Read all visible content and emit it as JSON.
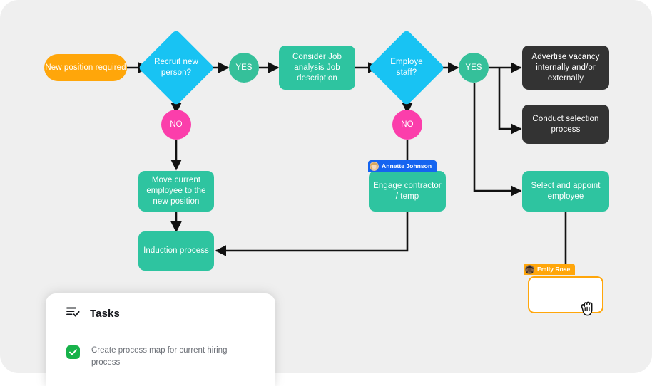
{
  "canvas": {
    "background": "#efefef",
    "colors": {
      "start": "#FFA60A",
      "process_green": "#2EC4A0",
      "process_dark": "#333333",
      "decision": "#18C3F3",
      "yes": "#35C09A",
      "no": "#FB3EAB",
      "connector": "#111111"
    }
  },
  "flow": {
    "nodes": [
      {
        "id": "new-position",
        "label": "New position required",
        "shape": "pill"
      },
      {
        "id": "recruit-new-person",
        "label": "Recruit new person?",
        "shape": "diamond"
      },
      {
        "id": "yes-1",
        "label": "YES",
        "shape": "circle"
      },
      {
        "id": "no-1",
        "label": "NO",
        "shape": "circle"
      },
      {
        "id": "consider-job",
        "label": "Consider Job analysis Job description",
        "shape": "rect"
      },
      {
        "id": "employe-staff",
        "label": "Employe staff?",
        "shape": "diamond"
      },
      {
        "id": "yes-2",
        "label": "YES",
        "shape": "circle"
      },
      {
        "id": "no-2",
        "label": "NO",
        "shape": "circle"
      },
      {
        "id": "advertise-vacancy",
        "label": "Advertise vacancy internally and/or externally",
        "shape": "rect"
      },
      {
        "id": "conduct-selection",
        "label": "Conduct selection process",
        "shape": "rect"
      },
      {
        "id": "select-appoint",
        "label": "Select and appoint employee",
        "shape": "rect"
      },
      {
        "id": "move-current",
        "label": "Move current employee to the new position",
        "shape": "rect"
      },
      {
        "id": "engage-contractor",
        "label": "Engage contractor / temp",
        "shape": "rect"
      },
      {
        "id": "induction-process",
        "label": "Induction process",
        "shape": "rect"
      },
      {
        "id": "empty-selected-node",
        "label": "",
        "shape": "rect"
      }
    ]
  },
  "collaborators": [
    {
      "name": "Annette Johnson",
      "color": "#1564F0"
    },
    {
      "name": "Emily Rose",
      "color": "#FFA60A"
    }
  ],
  "tasks_panel": {
    "title": "Tasks",
    "icon": "checklist-icon",
    "items": [
      {
        "label": "Create process map for current hiring process",
        "checked": true
      }
    ]
  }
}
